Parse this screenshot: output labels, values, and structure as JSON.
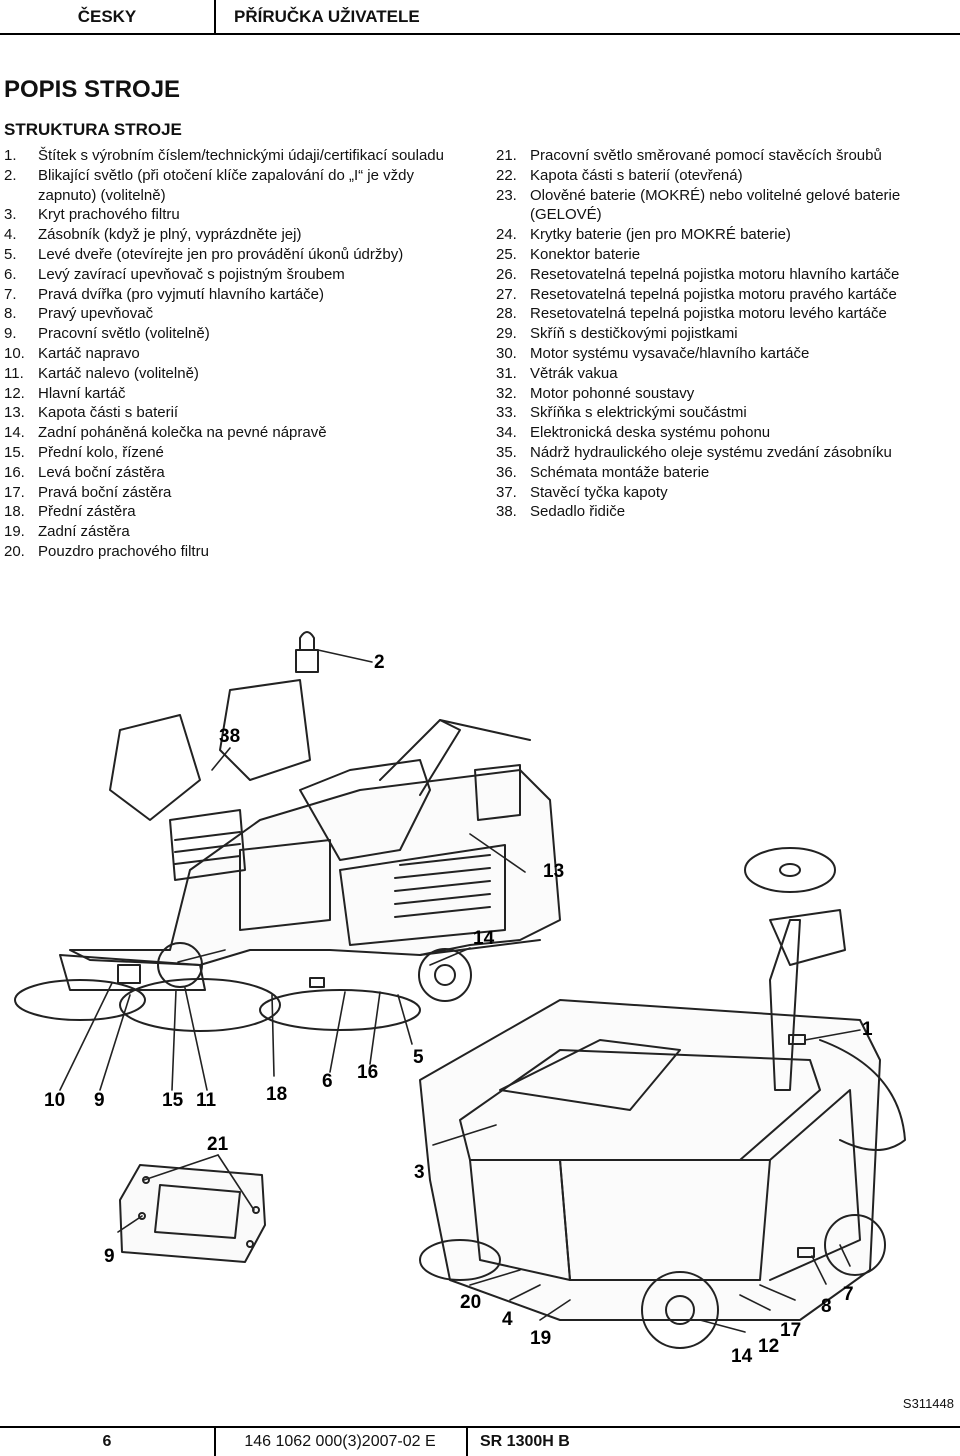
{
  "header": {
    "language": "ČESKY",
    "title": "PŘÍRUČKA UŽIVATELE"
  },
  "page_title": "POPIS STROJE",
  "section_title": "STRUKTURA STROJE",
  "left_list": [
    {
      "num": "1.",
      "text": "Štítek s výrobním číslem/technickými údaji/certifikací souladu"
    },
    {
      "num": "2.",
      "text": "Blikající světlo (při otočení klíče zapalování do „I“ je vždy zapnuto) (volitelně)"
    },
    {
      "num": "3.",
      "text": "Kryt prachového filtru"
    },
    {
      "num": "4.",
      "text": "Zásobník (když je plný, vyprázdněte jej)"
    },
    {
      "num": "5.",
      "text": "Levé dveře (otevírejte jen pro provádění úkonů údržby)"
    },
    {
      "num": "6.",
      "text": "Levý zavírací upevňovač s pojistným šroubem"
    },
    {
      "num": "7.",
      "text": "Pravá dvířka (pro vyjmutí hlavního kartáče)"
    },
    {
      "num": "8.",
      "text": "Pravý upevňovač"
    },
    {
      "num": "9.",
      "text": "Pracovní světlo (volitelně)"
    },
    {
      "num": "10.",
      "text": "Kartáč napravo"
    },
    {
      "num": "11.",
      "text": "Kartáč nalevo (volitelně)"
    },
    {
      "num": "12.",
      "text": "Hlavní kartáč"
    },
    {
      "num": "13.",
      "text": "Kapota části s baterií"
    },
    {
      "num": "14.",
      "text": "Zadní poháněná kolečka na pevné nápravě"
    },
    {
      "num": "15.",
      "text": "Přední kolo, řízené"
    },
    {
      "num": "16.",
      "text": "Levá boční zástěra"
    },
    {
      "num": "17.",
      "text": "Pravá boční zástěra"
    },
    {
      "num": "18.",
      "text": "Přední zástěra"
    },
    {
      "num": "19.",
      "text": "Zadní zástěra"
    },
    {
      "num": "20.",
      "text": "Pouzdro prachového filtru"
    }
  ],
  "right_list": [
    {
      "num": "21.",
      "text": "Pracovní světlo směrované pomocí stavěcích šroubů"
    },
    {
      "num": "22.",
      "text": "Kapota části s baterií (otevřená)"
    },
    {
      "num": "23.",
      "text": "Olověné baterie (MOKRÉ) nebo volitelné gelové baterie (GELOVÉ)"
    },
    {
      "num": "24.",
      "text": "Krytky baterie (jen pro MOKRÉ baterie)"
    },
    {
      "num": "25.",
      "text": "Konektor baterie"
    },
    {
      "num": "26.",
      "text": "Resetovatelná tepelná pojistka motoru hlavního kartáče"
    },
    {
      "num": "27.",
      "text": "Resetovatelná tepelná pojistka motoru pravého kartáče"
    },
    {
      "num": "28.",
      "text": "Resetovatelná tepelná pojistka motoru levého kartáče"
    },
    {
      "num": "29.",
      "text": "Skříň s destičkovými pojistkami"
    },
    {
      "num": "30.",
      "text": "Motor systému vysavače/hlavního kartáče"
    },
    {
      "num": "31.",
      "text": "Větrák vakua"
    },
    {
      "num": "32.",
      "text": "Motor pohonné soustavy"
    },
    {
      "num": "33.",
      "text": "Skříňka s elektrickými součástmi"
    },
    {
      "num": "34.",
      "text": "Elektronická deska systému pohonu"
    },
    {
      "num": "35.",
      "text": "Nádrž hydraulického oleje systému zvedání zásobníku"
    },
    {
      "num": "36.",
      "text": "Schémata montáže baterie"
    },
    {
      "num": "37.",
      "text": "Stavěcí tyčka kapoty"
    },
    {
      "num": "38.",
      "text": "Sedadlo řidiče"
    }
  ],
  "callouts": {
    "c2": "2",
    "c38": "38",
    "c13": "13",
    "c14a": "14",
    "c1": "1",
    "c10": "10",
    "c9a": "9",
    "c15": "15",
    "c11": "11",
    "c18": "18",
    "c6": "6",
    "c16": "16",
    "c5": "5",
    "c21": "21",
    "c3": "3",
    "c9b": "9",
    "c20": "20",
    "c4": "4",
    "c19": "19",
    "c8": "8",
    "c7": "7",
    "c12": "12",
    "c17": "17",
    "c14b": "14"
  },
  "reference_code": "S311448",
  "footer": {
    "page": "6",
    "doc_number": "146 1062 000(3)2007-02 E",
    "model": "SR 1300H B"
  }
}
